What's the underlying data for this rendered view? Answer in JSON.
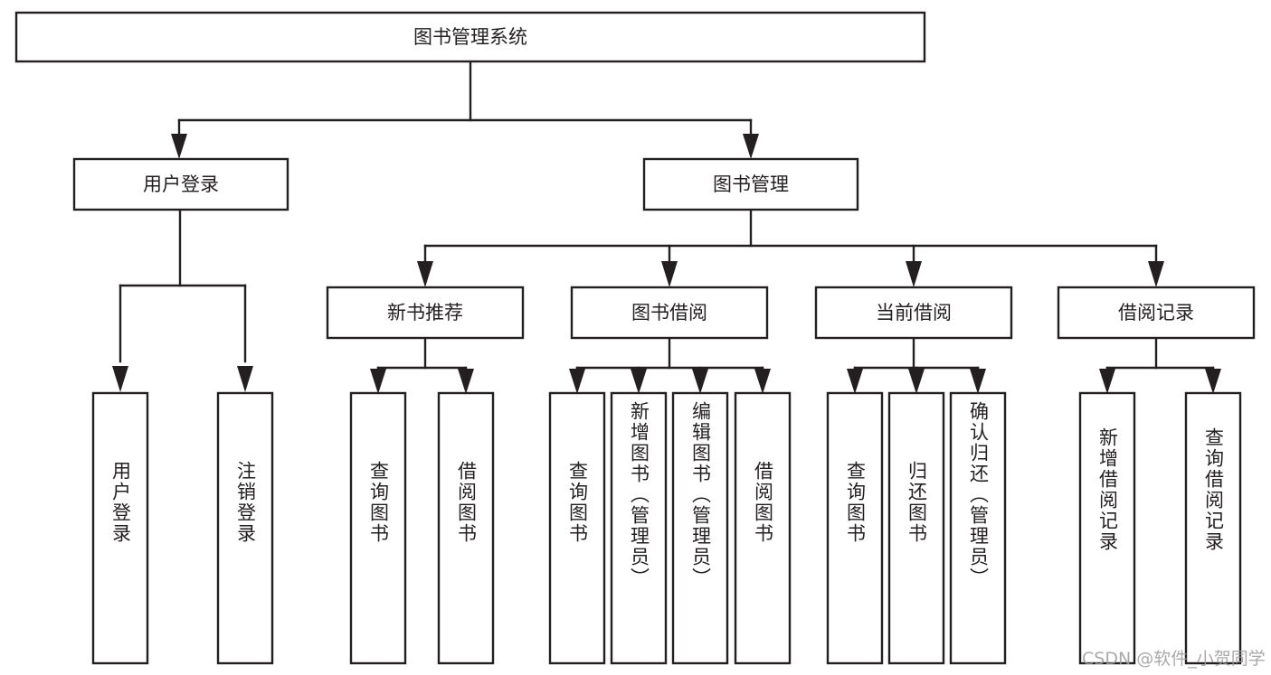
{
  "diagram": {
    "title": "图书管理系统",
    "type": "tree",
    "watermark": "CSDN @软件_小贺同学",
    "colors": {
      "stroke": "#231f20",
      "fill": "#ffffff",
      "background": "#ffffff",
      "watermark": "#9b9b9b"
    },
    "nodes": {
      "root": {
        "label": "图书管理系统",
        "level": 1,
        "orientation": "horizontal"
      },
      "l2": [
        {
          "label": "用户登录",
          "level": 2,
          "orientation": "horizontal"
        },
        {
          "label": "图书管理",
          "level": 2,
          "orientation": "horizontal"
        }
      ],
      "l3": [
        {
          "label": "新书推荐",
          "level": 3,
          "orientation": "horizontal"
        },
        {
          "label": "图书借阅",
          "level": 3,
          "orientation": "horizontal"
        },
        {
          "label": "当前借阅",
          "level": 3,
          "orientation": "horizontal"
        },
        {
          "label": "借阅记录",
          "level": 3,
          "orientation": "horizontal"
        }
      ],
      "leaves": {
        "user_login": [
          {
            "label": "用户登录",
            "orientation": "vertical"
          },
          {
            "label": "注销登录",
            "orientation": "vertical"
          }
        ],
        "new_book_recommend": [
          {
            "label": "查询图书",
            "orientation": "vertical"
          },
          {
            "label": "借阅图书",
            "orientation": "vertical"
          }
        ],
        "book_borrow": [
          {
            "label": "查询图书",
            "orientation": "vertical"
          },
          {
            "label": "新增图书（管理员）",
            "orientation": "vertical"
          },
          {
            "label": "编辑图书（管理员）",
            "orientation": "vertical"
          },
          {
            "label": "借阅图书",
            "orientation": "vertical"
          }
        ],
        "current_borrow": [
          {
            "label": "查询图书",
            "orientation": "vertical"
          },
          {
            "label": "归还图书",
            "orientation": "vertical"
          },
          {
            "label": "确认归还（管理员）",
            "orientation": "vertical"
          }
        ],
        "borrow_record": [
          {
            "label": "新增借阅记录",
            "orientation": "vertical"
          },
          {
            "label": "查询借阅记录",
            "orientation": "vertical"
          }
        ]
      }
    }
  }
}
